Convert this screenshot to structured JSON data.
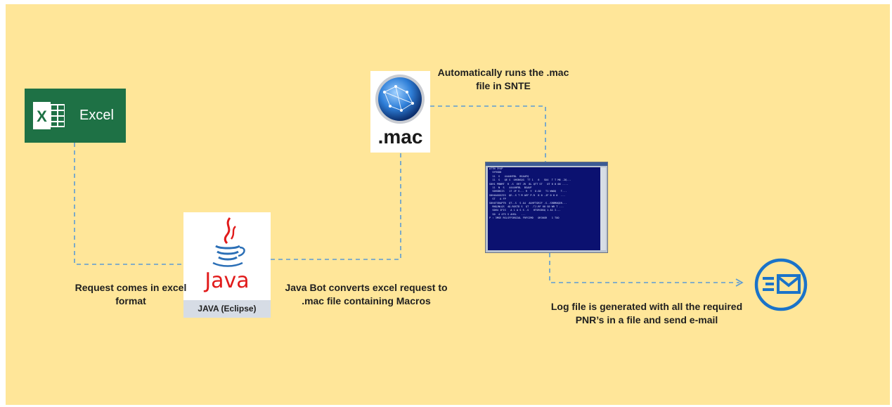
{
  "nodes": {
    "excel": {
      "word": "Excel",
      "letter": "X"
    },
    "java": {
      "word": "Java",
      "caption": "JAVA (Eclipse)"
    },
    "mac": {
      "word": ".mac"
    },
    "terminal": {
      "lines": [
        "ATTN 3Y4P",
        "  VY9SD8",
        "  11  S   4444HFBL  BSAUFQ",
        "  11  S   QE S  UHSNSQG  TT 1   6   SU4  T T M6 -2Q...",
        "S0H1 PBNMT  R .S  ERT JR  8L QTT ST   OT 6 0 00 -...",
        "  11  N  S   4444HFBL  BSAUF",
        "  S0HGBGIS   17 JF S... R  Y  U.G0   T1 WWOQ   T...",
        "S0H4AGGGZIS  QE..S T M AEF P.R  8 0 -JF 0 0 6  ...",
        "  ST   A FP",
        "S0H4TSRAPTR  QT..S  S A4  AUHFTGRIF .S..SRBM0QDR...",
        "  RNQJNLQS  4Q.ROSTD S  QT  .TJ.RF 60 G0 WR T ...",
        "  S0H4 IFIS   A 1 A S S .S   HTSRSBSQ 1 A1 I...",
        "  S0  4 4TS S AHSL   ...",
        "P : 3MGE RSLSFFORGIAL FRFSIMD   OR30GR   1 TOO"
      ]
    }
  },
  "labels": {
    "request": "Request comes in excel format",
    "java_bot": "Java Bot converts excel request to .mac file containing Macros",
    "auto_run": "Automatically runs the .mac file in SNTE",
    "log_file": "Log file is generated with all the required PNR’s in a file and  send e-mail"
  },
  "colors": {
    "background": "#ffe699",
    "excel_green": "#1e7145",
    "java_red": "#e11b1b",
    "java_blue": "#2b6fb6",
    "terminal_blue": "#0b1170",
    "mail_blue": "#1a73c9",
    "connector": "#5b9bd5"
  },
  "icons": [
    "excel-icon",
    "java-icon",
    "globe-icon",
    "terminal-icon",
    "email-icon"
  ]
}
